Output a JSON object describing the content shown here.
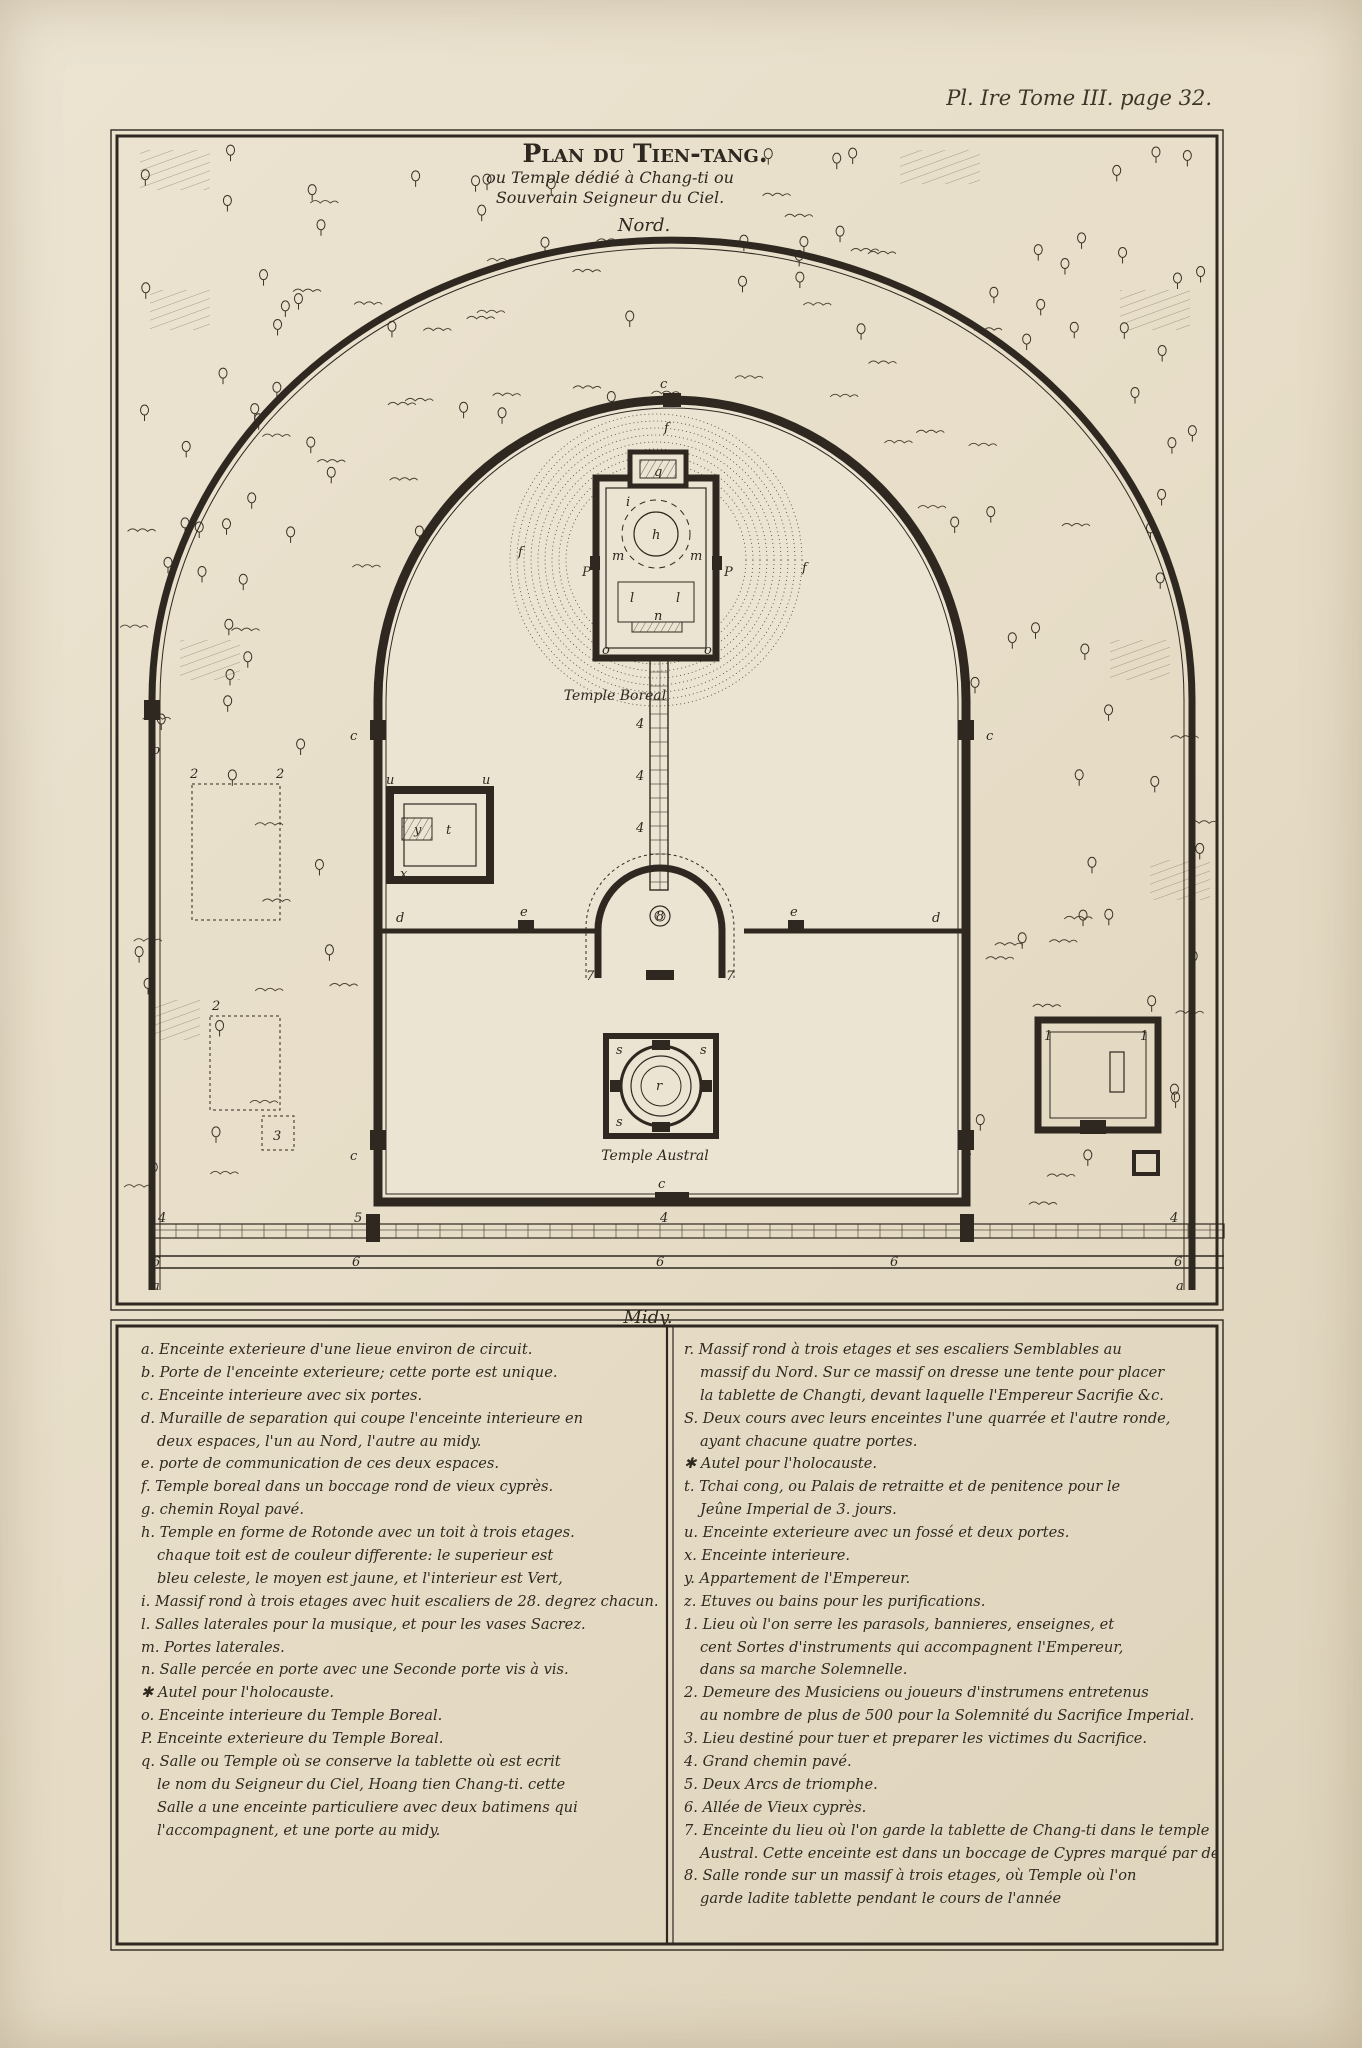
{
  "plate_ref": "Pl. Ire Tome III. page 32.",
  "map": {
    "title": "Plan du Tien-tang.",
    "subtitle_1": "ou Temple dédié à Chang-ti ou",
    "subtitle_2": "Souverain Seigneur du Ciel.",
    "north": "Nord.",
    "south": "Midy.",
    "temple_boreal": "Temple Boreal",
    "temple_austral": "Temple Austral",
    "letters": {
      "a": "a",
      "b": "b",
      "c": "c",
      "d": "d",
      "e": "e",
      "f": "f",
      "h": "h",
      "i": "i",
      "l": "l",
      "m": "m",
      "n": "n",
      "o": "o",
      "p": "P",
      "q": "q",
      "r": "r",
      "s": "s",
      "t": "t",
      "u": "u",
      "x": "x",
      "y": "y",
      "n1": "1",
      "n2": "2",
      "n3": "3",
      "n4": "4",
      "n5": "5",
      "n6": "6",
      "n7": "7",
      "n8": "8"
    }
  },
  "legend_left": [
    "a. Enceinte exterieure d'une lieue environ de circuit.",
    "b. Porte de l'enceinte exterieure; cette porte est unique.",
    "c. Enceinte interieure avec six portes.",
    "d. Muraille de separation qui coupe l'enceinte interieure en",
    "deux espaces, l'un au Nord, l'autre au midy.",
    "e. porte de communication de ces deux espaces.",
    "f. Temple boreal dans un boccage rond de vieux cyprès.",
    "g. chemin Royal pavé.",
    "h. Temple en forme de Rotonde avec un toit à trois etages.",
    "chaque toit est de couleur differente: le superieur est",
    "bleu celeste, le moyen est jaune, et l'interieur est Vert,",
    "i. Massif rond à trois etages avec huit escaliers de 28. degrez chacun.",
    "l. Salles laterales pour la musique, et pour les vases Sacrez.",
    "m. Portes laterales.",
    "n. Salle percée en porte avec une Seconde porte vis à vis.",
    "✱ Autel pour l'holocauste.",
    "o. Enceinte interieure du Temple Boreal.",
    "P. Enceinte exterieure du Temple Boreal.",
    "q. Salle ou Temple où se conserve la tablette où est ecrit",
    "le nom du Seigneur du Ciel, Hoang tien Chang-ti. cette",
    "Salle a une enceinte particuliere avec deux batimens qui",
    "l'accompagnent, et une porte au midy."
  ],
  "legend_left_indent": [
    4,
    9,
    10,
    19,
    20,
    21
  ],
  "legend_right": [
    "r. Massif rond à trois etages et ses escaliers Semblables au",
    "massif du Nord. Sur ce massif on dresse une tente pour placer",
    "la tablette de Changti, devant laquelle l'Empereur Sacrifie &c.",
    "S. Deux cours avec leurs enceintes l'une quarrée et l'autre ronde,",
    "ayant chacune quatre portes.",
    "✱ Autel pour l'holocauste.",
    "t. Tchai cong, ou Palais de retraitte et de penitence pour le",
    "Jeûne Imperial de 3. jours.",
    "u. Enceinte exterieure avec un fossé et deux portes.",
    "x. Enceinte interieure.",
    "y. Appartement de l'Empereur.",
    "z. Etuves ou bains pour les purifications.",
    "1. Lieu où l'on serre les parasols, bannieres, enseignes, et",
    "cent Sortes d'instruments qui accompagnent l'Empereur,",
    "dans sa marche Solemnelle.",
    "2. Demeure des Musiciens ou joueurs d'instrumens entretenus",
    "au nombre de plus de 500 pour la Solemnité du Sacrifice Imperial.",
    "3. Lieu destiné pour tuer et preparer les victimes du Sacrifice.",
    "4. Grand chemin pavé.",
    "5. Deux Arcs de triomphe.",
    "6. Allée de Vieux cyprès.",
    "7. Enceinte du lieu où l'on garde la tablette de Chang-ti dans le temple",
    "Austral. Cette enceinte est dans un boccage de Cypres marqué par des points",
    "8. Salle ronde sur un massif à trois etages, où Temple où l'on",
    "garde ladite tablette pendant le cours de l'année"
  ],
  "legend_right_indent": [
    1,
    2,
    4,
    7,
    13,
    14,
    16,
    22,
    24
  ],
  "colors": {
    "ink": "#2e2820",
    "paper": "#e9e0cc"
  }
}
